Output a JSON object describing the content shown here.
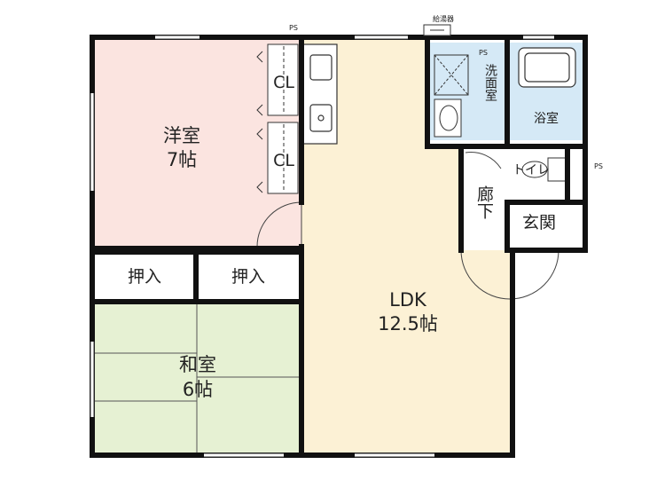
{
  "colors": {
    "western_room": "#fbe4e0",
    "japanese_room": "#e6f1d3",
    "ldk": "#fcf1d5",
    "wet_area": "#d5e9f6",
    "wall": "#111111",
    "background": "#ffffff"
  },
  "rooms": {
    "western": {
      "name": "洋室",
      "size": "7帖"
    },
    "japanese": {
      "name": "和室",
      "size": "6帖"
    },
    "ldk": {
      "name": "LDK",
      "size": "12.5帖"
    },
    "closet_1": "CL",
    "closet_2": "CL",
    "oshiire_1": "押入",
    "oshiire_2": "押入",
    "washroom": "洗面室",
    "bathroom": "浴室",
    "toilet": "トイレ",
    "hallway": "廊下",
    "entrance": "玄関"
  },
  "annotations": {
    "water_heater": "給湯器",
    "ps_top": "PS",
    "ps_wash": "PS",
    "ps_right": "PS"
  }
}
